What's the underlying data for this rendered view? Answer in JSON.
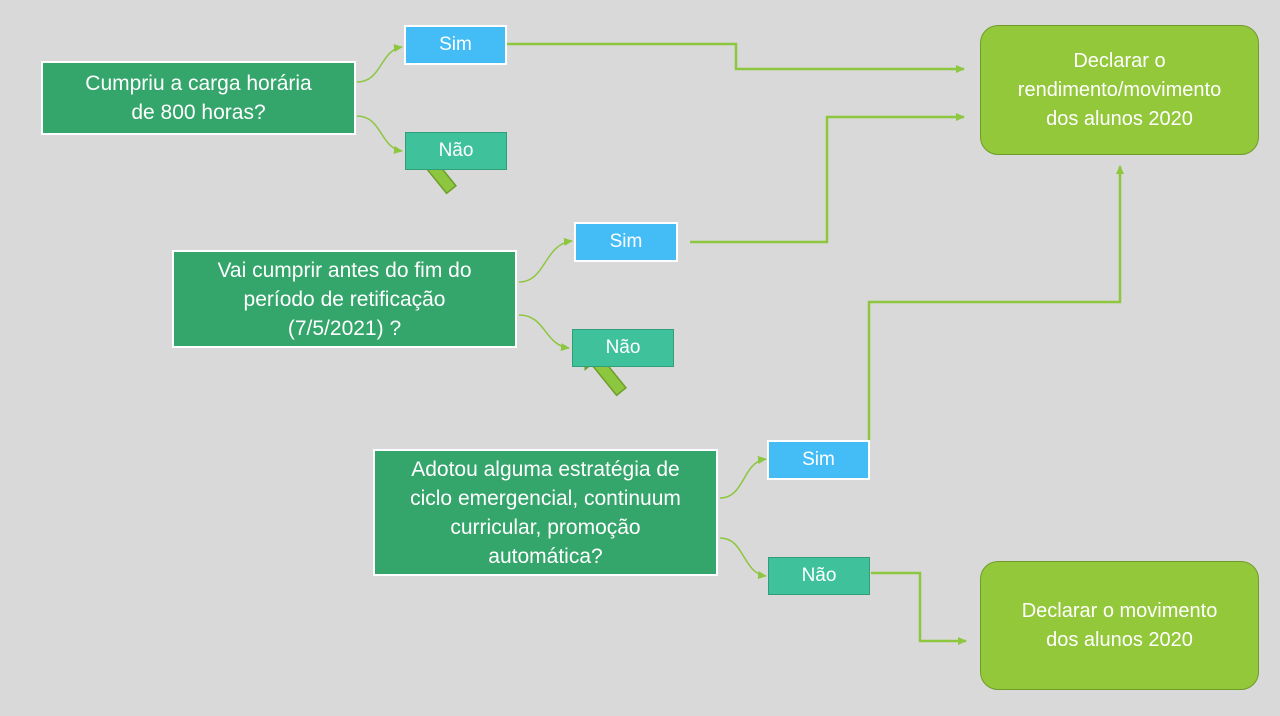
{
  "diagram": {
    "questions": {
      "q1": "Cumpriu a carga horária\nde 800 horas?",
      "q2": "Vai cumprir antes do fim do\nperíodo de retificação\n(7/5/2021) ?",
      "q3": "Adotou alguma estratégia de\nciclo emergencial, continuum\ncurricular, promoção\nautomática?"
    },
    "answers": {
      "q1_yes": "Sim",
      "q1_no": "Não",
      "q2_yes": "Sim",
      "q2_no": "Não",
      "q3_yes": "Sim",
      "q3_no": "Não"
    },
    "results": {
      "r1": "Declarar o\nrendimento/movimento\ndos alunos 2020",
      "r2": "Declarar o movimento\ndos alunos 2020"
    },
    "colors": {
      "background": "#d9d9d9",
      "question_box": "#34a56b",
      "yes_box": "#44bdf6",
      "no_box": "#3fc19c",
      "result_box": "#93c83a",
      "connector": "#8dc63f"
    }
  }
}
